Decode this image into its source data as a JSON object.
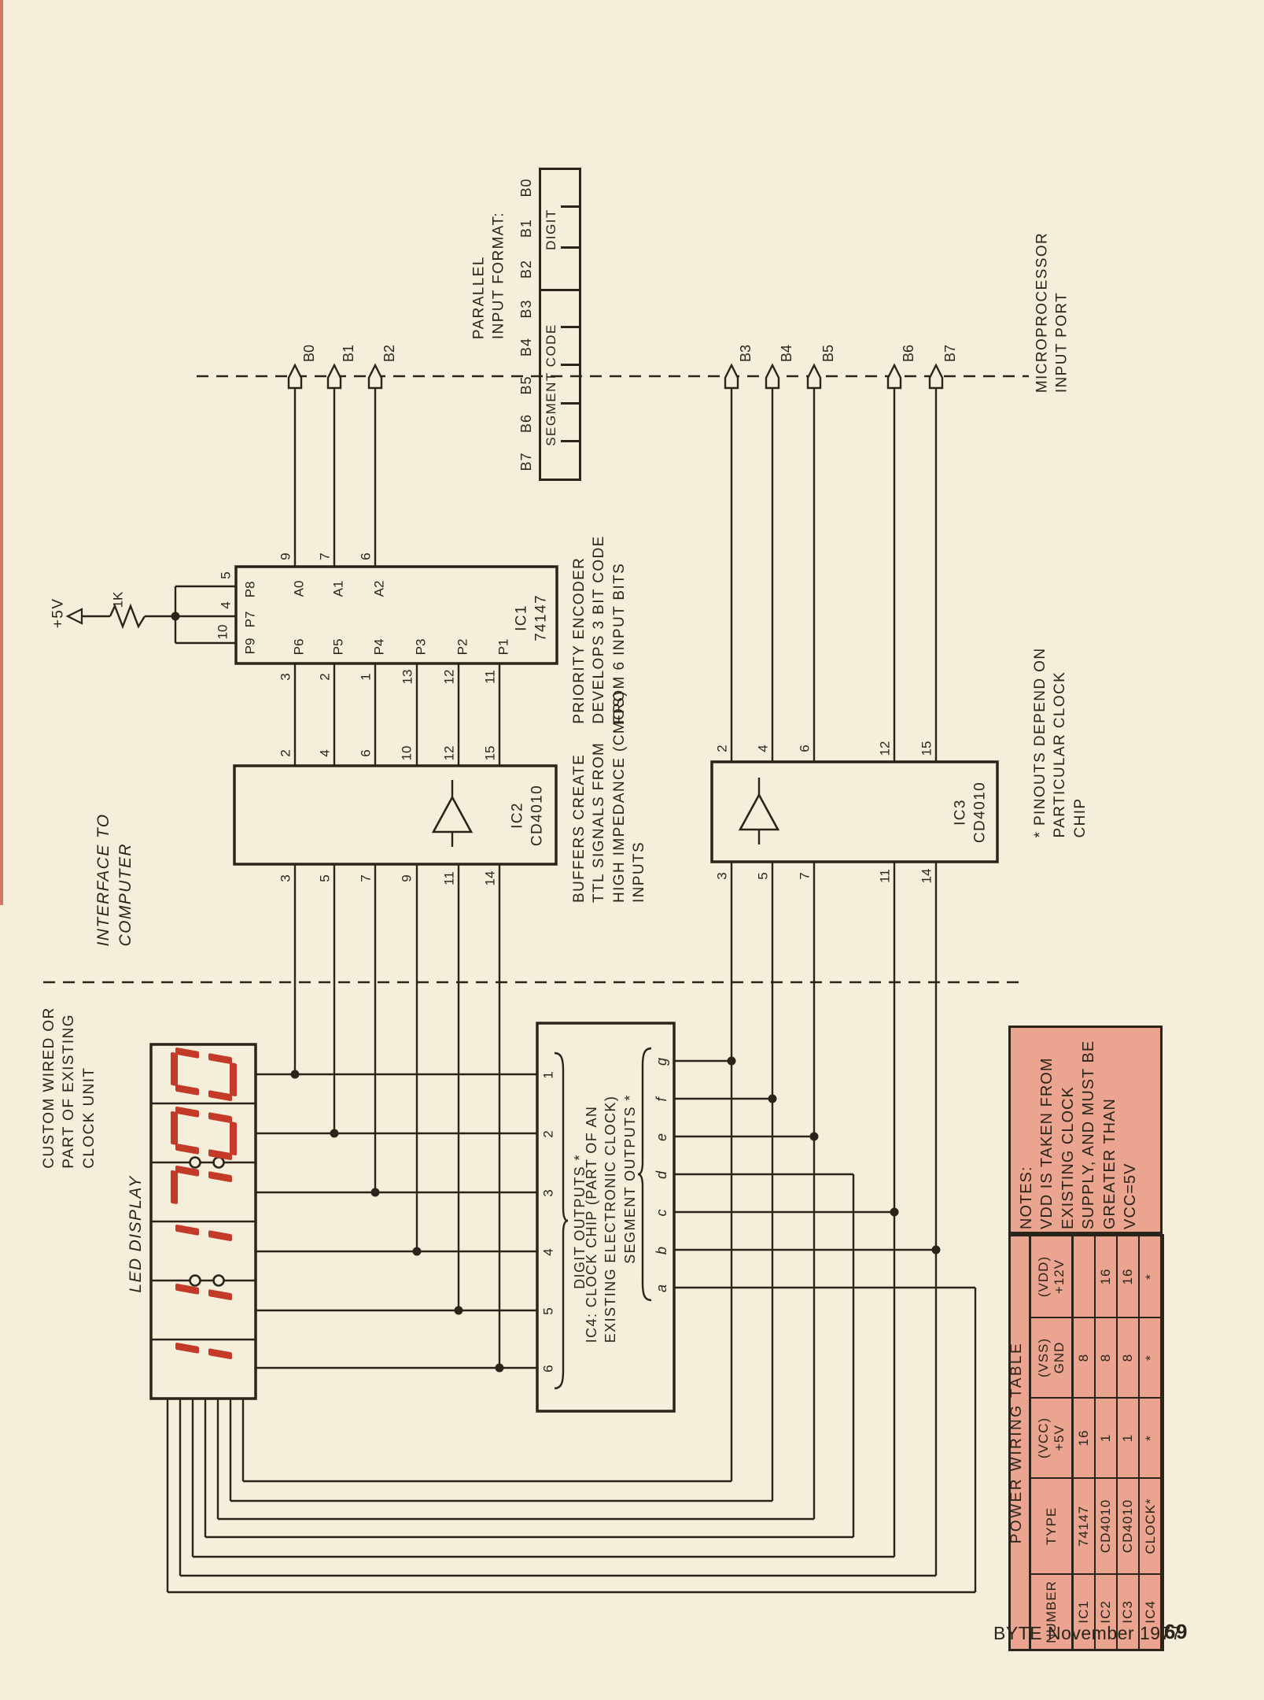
{
  "footer": {
    "magazine": "BYTE November 1977",
    "page_num": "69"
  },
  "bus": {
    "format_title": "PARALLEL\nINPUT FORMAT:",
    "bits_msb_first": [
      "B7",
      "B6",
      "B5",
      "B4",
      "B3",
      "B2",
      "B1",
      "B0"
    ],
    "segment_label": "SEGMENT CODE",
    "digit_label": "DIGIT",
    "arrow_bits": [
      "B0",
      "B1",
      "B2",
      "B3",
      "B4",
      "B5",
      "B6",
      "B7"
    ],
    "port_label": "MICROPROCESSOR\nINPUT PORT"
  },
  "power_rail": {
    "label": "+5V",
    "resistor": "1K"
  },
  "ic1": {
    "label": "IC1\n74147",
    "left_pins": [
      {
        "n": "5",
        "sig": "P8"
      },
      {
        "n": "4",
        "sig": "P7"
      },
      {
        "n": "10",
        "sig": "P9"
      }
    ],
    "top_pins": [
      {
        "n": "9",
        "sig": "A0"
      },
      {
        "n": "7",
        "sig": "A1"
      },
      {
        "n": "6",
        "sig": "A2"
      }
    ],
    "bottom_pins": [
      {
        "n": "3",
        "sig": "P6"
      },
      {
        "n": "2",
        "sig": "P5"
      },
      {
        "n": "1",
        "sig": "P4"
      },
      {
        "n": "13",
        "sig": "P3"
      },
      {
        "n": "12",
        "sig": "P2"
      },
      {
        "n": "11",
        "sig": "P1"
      }
    ],
    "caption": "PRIORITY ENCODER\nDEVELOPS 3 BIT CODE\nFROM 6 INPUT BITS"
  },
  "ic2": {
    "label": "IC2\nCD4010",
    "top_pins": [
      "2",
      "4",
      "6",
      "10",
      "12",
      "15"
    ],
    "bottom_pins": [
      "3",
      "5",
      "7",
      "9",
      "11",
      "14"
    ],
    "caption": "BUFFERS CREATE\nTTL SIGNALS FROM\nHIGH IMPEDANCE (CMOS)\nINPUTS"
  },
  "ic3": {
    "label": "IC3\nCD4010",
    "top_pins": [
      "2",
      "4",
      "6",
      "12",
      "15"
    ],
    "bottom_pins": [
      "3",
      "5",
      "7",
      "11",
      "14"
    ],
    "footnote": "* PINOUTS DEPEND ON PARTICULAR CLOCK CHIP"
  },
  "ic4": {
    "caption": "IC4: CLOCK CHIP (PART OF AN\nEXISTING ELECTRONIC CLOCK)",
    "digit_pins": [
      "1",
      "2",
      "3",
      "4",
      "5",
      "6"
    ],
    "digit_pins_label": "DIGIT  OUTPUTS *",
    "segment_pins": [
      "g",
      "f",
      "e",
      "d",
      "c",
      "b",
      "a"
    ],
    "segment_pins_label": "SEGMENT OUTPUTS *"
  },
  "zones": {
    "interface": "INTERFACE TO\nCOMPUTER",
    "clock_side": "CUSTOM WIRED OR\nPART OF EXISTING\nCLOCK UNIT",
    "led": "LED DISPLAY"
  },
  "display": {
    "time": "11:17:00",
    "digits_top_to_bottom": [
      "0",
      "0",
      "7",
      "1",
      "1",
      "1"
    ]
  },
  "notes": {
    "text": "NOTES:\nVDD IS TAKEN FROM\nEXISTING CLOCK\nSUPPLY, AND MUST BE\nGREATER THAN\nVCC=5V"
  },
  "wiring_table": {
    "title": "POWER WIRING TABLE",
    "columns": [
      "NUMBER",
      "TYPE",
      "(VCC)\n+5V",
      "(VSS)\nGND",
      "(VDD)\n+12V"
    ],
    "rows": [
      [
        "IC1",
        "74147",
        "16",
        "8",
        ""
      ],
      [
        "IC2",
        "CD4010",
        "1",
        "8",
        "16"
      ],
      [
        "IC3",
        "CD4010",
        "1",
        "8",
        "16"
      ],
      [
        "IC4",
        "CLOCK*",
        "*",
        "*",
        "*"
      ]
    ]
  },
  "colors": {
    "paper": "#f5eedb",
    "ink": "#2b241a",
    "red": "#c43a28",
    "pink": "#eaa48f"
  }
}
